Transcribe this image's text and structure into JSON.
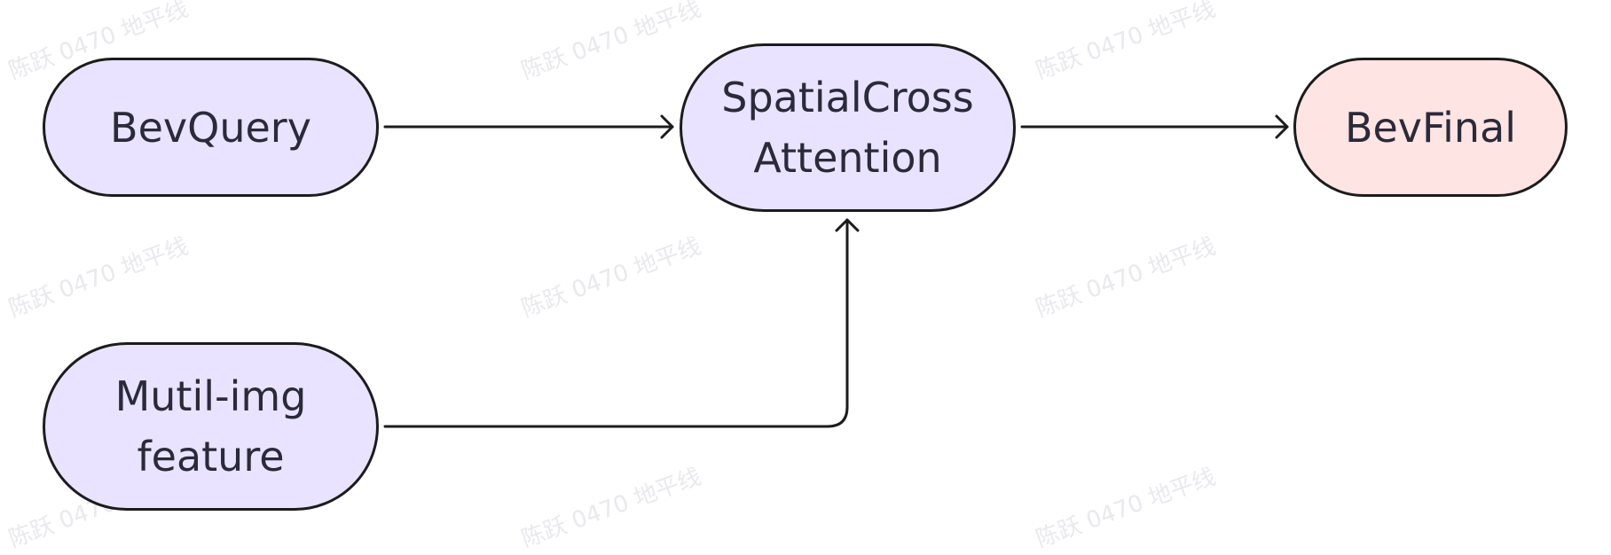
{
  "diagram": {
    "watermark_text": "陈跃 0470 地平线",
    "nodes": {
      "bev_query": {
        "label": "BevQuery"
      },
      "spatial_cross_attention": {
        "line1": "SpatialCross",
        "line2": "Attention"
      },
      "bev_final": {
        "label": "BevFinal"
      },
      "multi_img_feature": {
        "line1": "Mutil-img",
        "line2": "feature"
      }
    },
    "colors": {
      "node_fill_primary": "#e9e3ff",
      "node_fill_output": "#ffe4e4",
      "stroke": "#1c1c1c",
      "watermark": "#e9e9ee"
    }
  }
}
